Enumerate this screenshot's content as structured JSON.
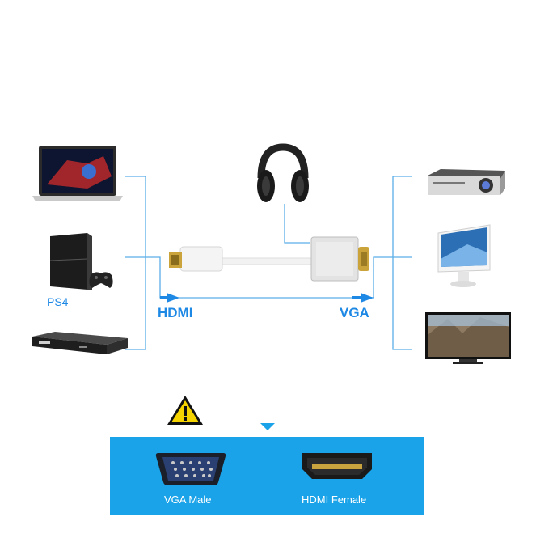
{
  "labels": {
    "ps4": "PS4",
    "hdmi": "HDMI",
    "vga": "VGA"
  },
  "connectors": {
    "vga_male": "VGA Male",
    "hdmi_female": "HDMI Female"
  },
  "icons": {
    "laptop": "laptop-icon",
    "console": "ps4-console-icon",
    "controller": "gamepad-icon",
    "settop": "set-top-box-icon",
    "headphones": "headphones-icon",
    "projector": "projector-icon",
    "monitor": "monitor-icon",
    "tv": "tv-icon",
    "warning": "warning-icon",
    "vga_port": "vga-port-icon",
    "hdmi_port": "hdmi-port-icon"
  },
  "colors": {
    "accent": "#1e88e5",
    "panel": "#1aa3e8",
    "line": "#5aaee8",
    "warning": "#f5d400"
  }
}
